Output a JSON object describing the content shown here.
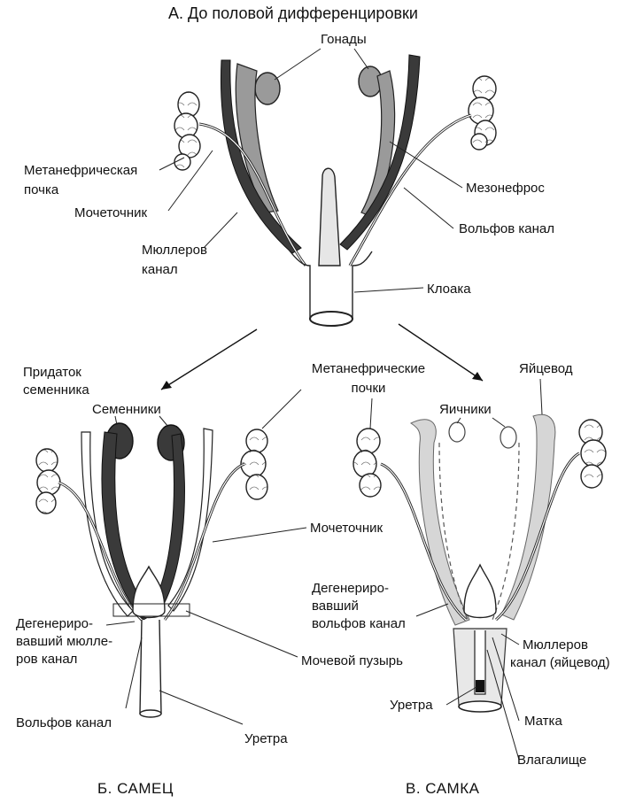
{
  "panel_a": {
    "title": "А. До половой дифференцировки",
    "labels": {
      "gonads": "Гонады",
      "metanephric_kidney_1": "Метанефрическая",
      "metanephric_kidney_2": "почка",
      "ureter": "Мочеточник",
      "mullerian_duct_1": "Мюллеров",
      "mullerian_duct_2": "канал",
      "mesonephros": "Мезонефрос",
      "wolffian_duct": "Вольфов канал",
      "cloaca": "Клоака"
    }
  },
  "panel_b": {
    "title": "Б. САМЕЦ",
    "labels": {
      "epididymis_1": "Придаток",
      "epididymis_2": "семенника",
      "testes": "Семенники",
      "degenerated_mullerian_1": "Дегенериро-",
      "degenerated_mullerian_2": "вавший мюлле-",
      "degenerated_mullerian_3": "ров канал",
      "wolffian_duct": "Вольфов канал",
      "urethra": "Уретра",
      "bladder": "Мочевой пузырь"
    }
  },
  "shared": {
    "metanephric_kidneys_1": "Метанефрические",
    "metanephric_kidneys_2": "почки",
    "ureter": "Мочеточник"
  },
  "panel_c": {
    "title": "В. САМКА",
    "labels": {
      "oviduct": "Яйцевод",
      "ovaries": "Яичники",
      "degenerated_wolffian_1": "Дегенериро-",
      "degenerated_wolffian_2": "вавший",
      "degenerated_wolffian_3": "вольфов канал",
      "mullerian_1": "Мюллеров",
      "mullerian_2": "канал (яйцевод)",
      "urethra": "Уретра",
      "uterus": "Матка",
      "vagina": "Влагалище"
    }
  },
  "colors": {
    "ink": "#111111",
    "gray_fill": "#9a9a9a",
    "light_fill": "#d6d6d6",
    "dark_fill": "#3a3a3a"
  }
}
